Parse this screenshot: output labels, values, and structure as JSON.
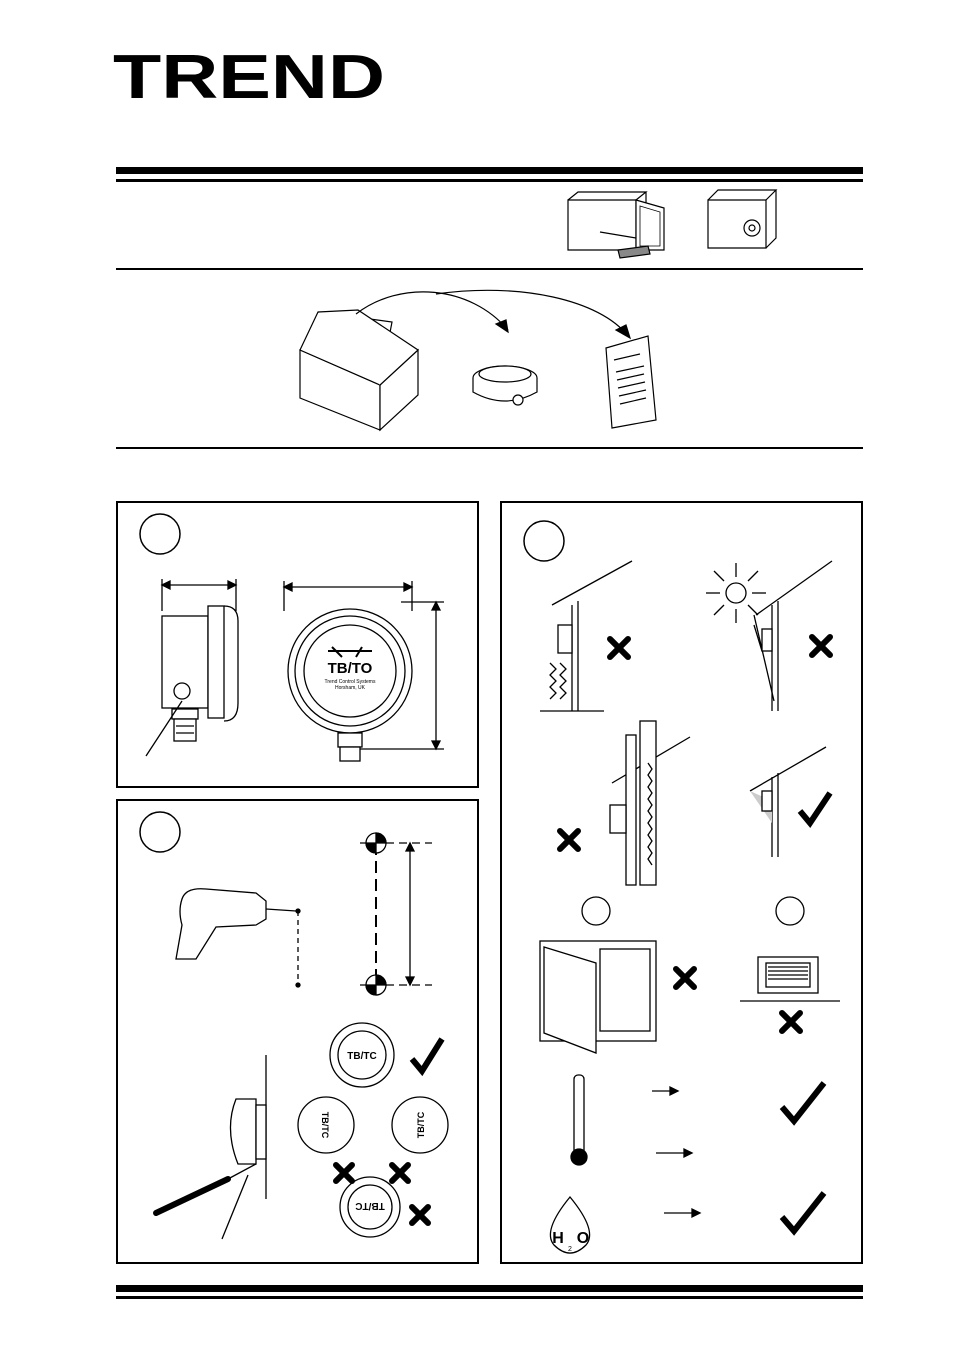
{
  "header": {
    "logo_text": "TREND"
  },
  "device": {
    "model_label": "TB/TO",
    "maker_line1": "Trend Control Systems",
    "maker_line2": "Horsham, UK",
    "orientation_label": "TB/TC"
  },
  "water": {
    "symbol": "H",
    "symbol2": "O",
    "subscript": "2"
  }
}
